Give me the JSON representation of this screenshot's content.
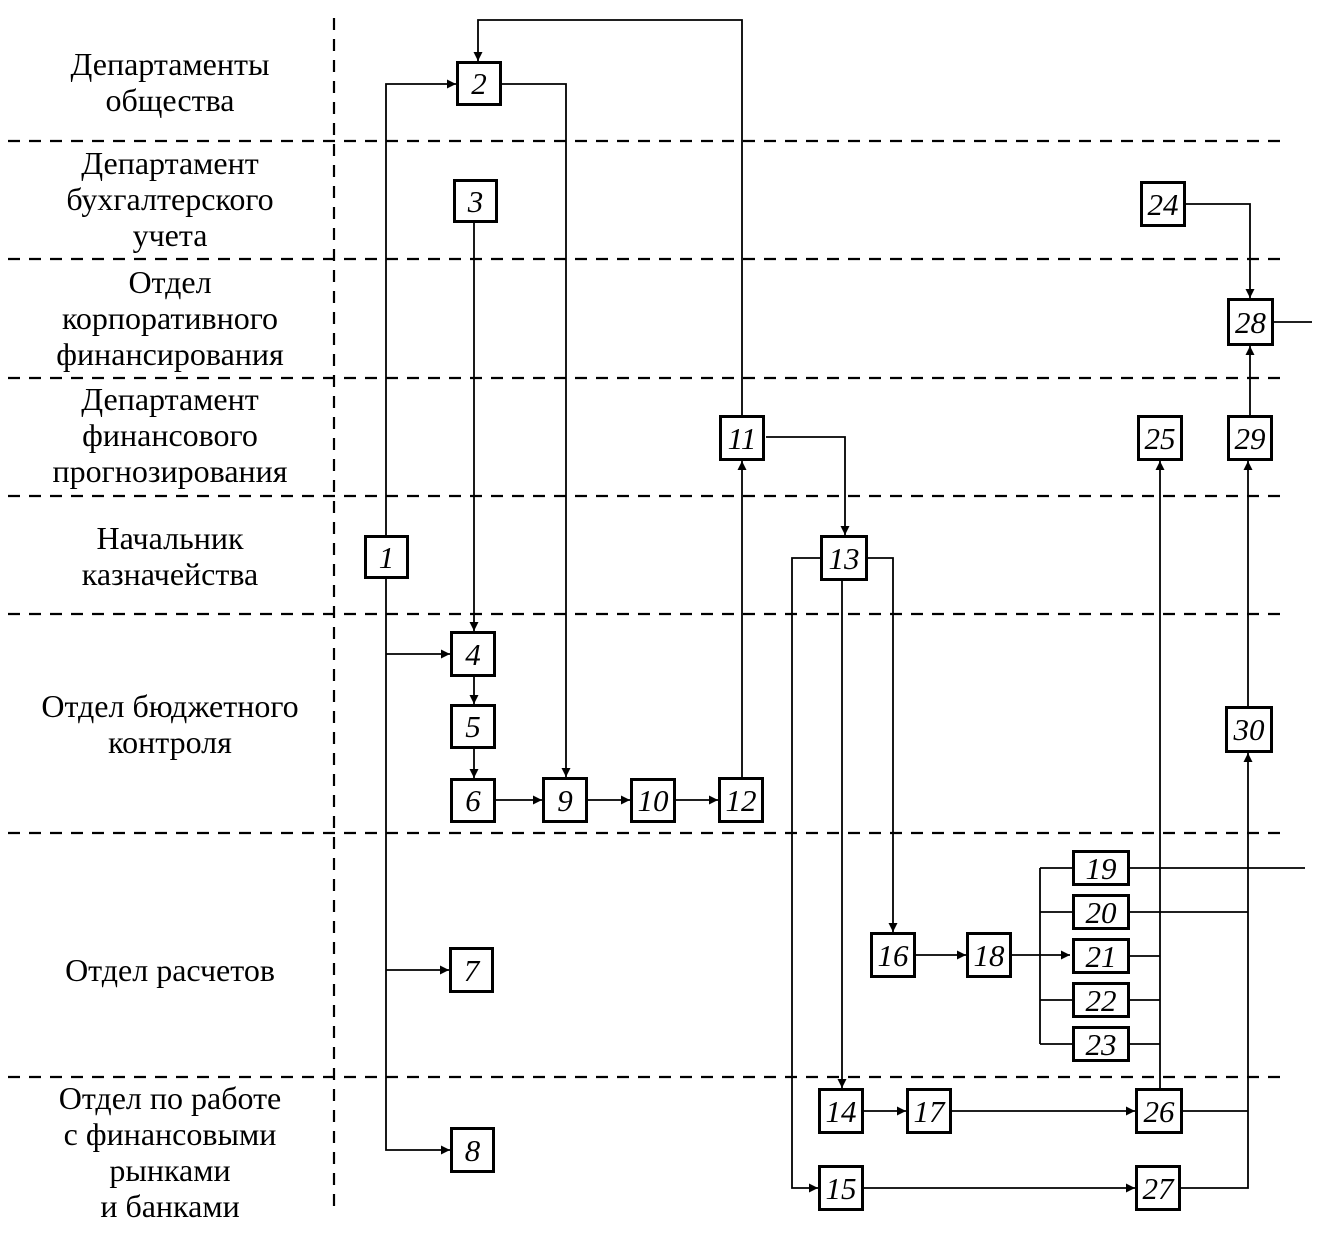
{
  "lanes": [
    {
      "id": "departments",
      "label": "Департаменты\nобщества"
    },
    {
      "id": "accounting",
      "label": "Департамент\nбухгалтерского\nучета"
    },
    {
      "id": "corporate-finance",
      "label": "Отдел\nкорпоративного\nфинансирования"
    },
    {
      "id": "forecasting",
      "label": "Департамент\nфинансового\nпрогнозирования"
    },
    {
      "id": "treasury-head",
      "label": "Начальник\nказначейства"
    },
    {
      "id": "budget-control",
      "label": "Отдел  бюджетного\nконтроля"
    },
    {
      "id": "settlements",
      "label": "Отдел  расчетов"
    },
    {
      "id": "markets-banks",
      "label": "Отдел  по  работе\nс  финансовыми\nрынками\nи  банками"
    }
  ],
  "nodes": [
    "1",
    "2",
    "3",
    "4",
    "5",
    "6",
    "7",
    "8",
    "9",
    "10",
    "11",
    "12",
    "13",
    "14",
    "15",
    "16",
    "17",
    "18",
    "19",
    "20",
    "21",
    "22",
    "23",
    "24",
    "25",
    "26",
    "27",
    "28",
    "29",
    "30"
  ],
  "edges": [
    [
      "1",
      "2"
    ],
    [
      "1",
      "4"
    ],
    [
      "1",
      "7"
    ],
    [
      "1",
      "8"
    ],
    [
      "2",
      "9"
    ],
    [
      "3",
      "4"
    ],
    [
      "4",
      "5"
    ],
    [
      "5",
      "6"
    ],
    [
      "6",
      "9"
    ],
    [
      "9",
      "10"
    ],
    [
      "10",
      "12"
    ],
    [
      "12",
      "11"
    ],
    [
      "11",
      "2"
    ],
    [
      "11",
      "13"
    ],
    [
      "13",
      "14"
    ],
    [
      "13",
      "15"
    ],
    [
      "13",
      "16"
    ],
    [
      "16",
      "18"
    ],
    [
      "18",
      "19"
    ],
    [
      "18",
      "20"
    ],
    [
      "18",
      "21"
    ],
    [
      "18",
      "22"
    ],
    [
      "18",
      "23"
    ],
    [
      "14",
      "17"
    ],
    [
      "17",
      "26"
    ],
    [
      "26",
      "25"
    ],
    [
      "15",
      "27"
    ],
    [
      "27",
      "30"
    ],
    [
      "26",
      "30"
    ],
    [
      "30",
      "29"
    ],
    [
      "29",
      "28"
    ],
    [
      "24",
      "28"
    ]
  ]
}
